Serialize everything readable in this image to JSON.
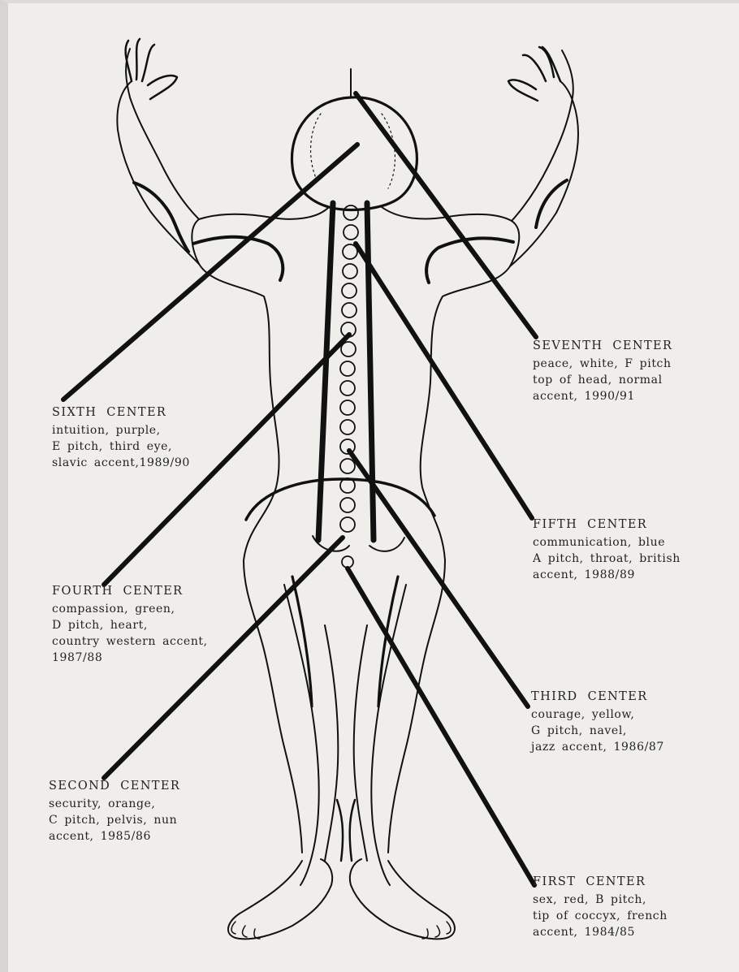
{
  "centers": [
    {
      "id": "seventh",
      "title": "SEVENTH CENTER",
      "lines": [
        "peace, white, F pitch",
        "top of head, normal",
        "accent, 1990/91"
      ]
    },
    {
      "id": "sixth",
      "title": "SIXTH CENTER",
      "lines": [
        "intuition, purple,",
        "E pitch, third eye,",
        "slavic accent,1989/90"
      ]
    },
    {
      "id": "fifth",
      "title": "FIFTH CENTER",
      "lines": [
        "communication, blue",
        "A pitch, throat, british",
        "accent, 1988/89"
      ]
    },
    {
      "id": "fourth",
      "title": "FOURTH CENTER",
      "lines": [
        "compassion, green,",
        "D pitch, heart,",
        "country western accent,",
        "1987/88"
      ]
    },
    {
      "id": "third",
      "title": "THIRD CENTER",
      "lines": [
        "courage, yellow,",
        "G pitch, navel,",
        "jazz accent, 1986/87"
      ]
    },
    {
      "id": "second",
      "title": "SECOND CENTER",
      "lines": [
        "security, orange,",
        "C pitch, pelvis, nun",
        "accent, 1985/86"
      ]
    },
    {
      "id": "first",
      "title": "FIRST CENTER",
      "lines": [
        "sex, red, B pitch,",
        "tip of coccyx, french",
        "accent, 1984/85"
      ]
    }
  ],
  "colors": {
    "ink": "#111111",
    "paper": "#efeeeb"
  }
}
